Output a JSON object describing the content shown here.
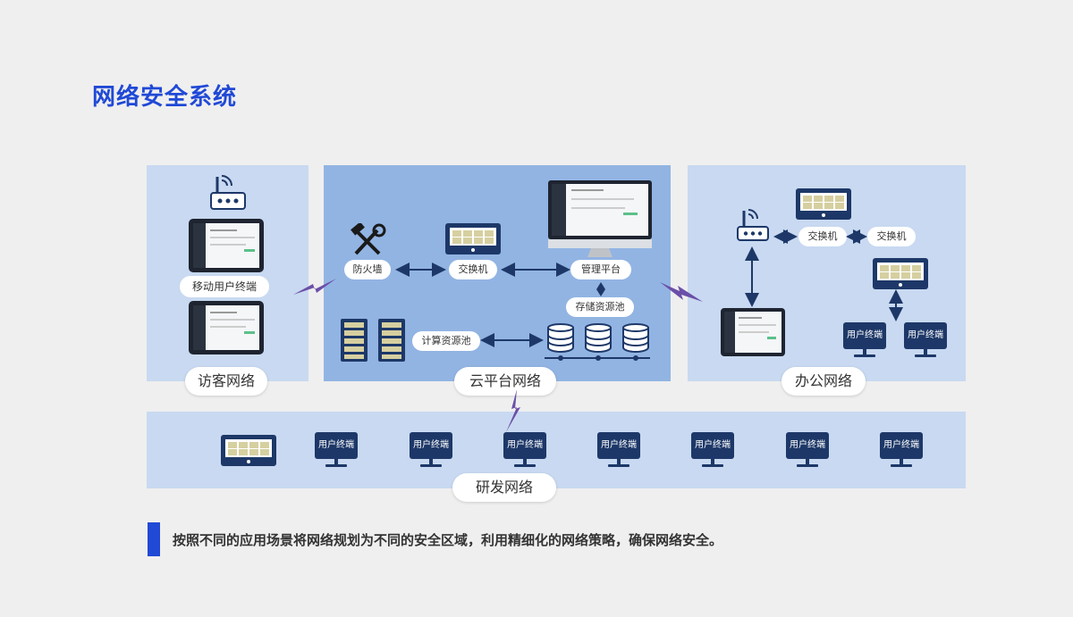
{
  "title": "网络安全系统",
  "zones": {
    "guest": "访客网络",
    "cloud": "云平台网络",
    "office": "办公网络",
    "dev": "研发网络"
  },
  "nodes": {
    "mobile_terminal": "移动用户终端",
    "firewall": "防火墙",
    "switch": "交换机",
    "mgmt_platform": "管理平台",
    "storage_pool": "存储资源池",
    "compute_pool": "计算资源池",
    "user_terminal": "用户终端"
  },
  "colors": {
    "title": "#2049d6",
    "panel_light": "#c8d9f1",
    "panel_cloud": "#92b4e3",
    "navy": "#1d3868",
    "bolt": "#6b4fa8"
  },
  "footer": "按照不同的应用场景将网络规划为不同的安全区域，利用精细化的网络策略，确保网络安全。"
}
